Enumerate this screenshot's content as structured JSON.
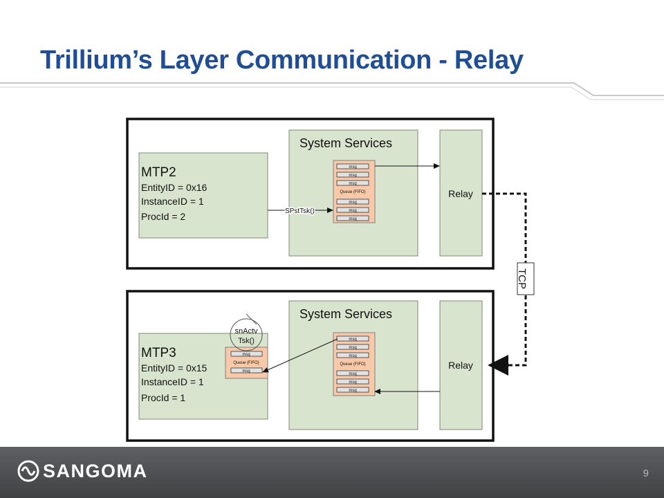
{
  "slide": {
    "title": "Trillium’s Layer Communication - Relay",
    "page_number": "9"
  },
  "footer": {
    "brand": "SANGOMA",
    "logo_icon": "sangoma-logo-icon"
  },
  "colors": {
    "title": "#1f4e96",
    "box_fill": "#d9e4cf",
    "box_stroke": "#7f8a75",
    "queue_fill": "#f7c9a8",
    "msg_fill": "#e2e2e2",
    "footer_bg": "#4e5053"
  },
  "diagram": {
    "top_node": {
      "layer": {
        "name": "MTP2",
        "entity": "EntityID = 0x16",
        "instance": "InstanceID = 1",
        "proc": "ProcId = 2"
      },
      "services_title": "System Services",
      "queue_label": "Queue (FIFO)",
      "msg_label": "msg",
      "relay_label": "Relay",
      "call_label": "SPstTsk()"
    },
    "bottom_node": {
      "layer": {
        "name": "MTP3",
        "entity": "EntityID = 0x15",
        "instance": "InstanceID = 1",
        "proc": "ProcId = 1"
      },
      "services_title": "System Services",
      "queue_label": "Queue (FIFO)",
      "layer_queue_label": "Queue (FIFO)",
      "msg_label": "msg",
      "relay_label": "Relay",
      "activate_line1": "snActv",
      "activate_line2": "Tsk()"
    },
    "link_label": "TCP"
  }
}
